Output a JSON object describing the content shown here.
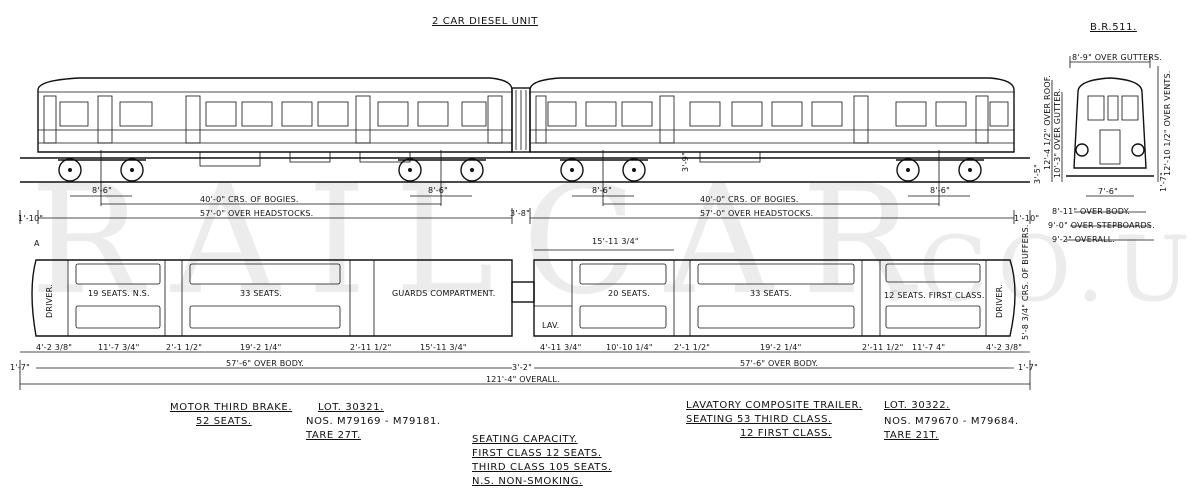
{
  "title": "2 CAR DIESEL UNIT",
  "diagram_ref": "B.R.511.",
  "watermark": {
    "main": "RAILCAR",
    "suffix": ".CO.UK"
  },
  "elevation": {
    "bogie_centres_left": "40'-0\" CRS. OF BOGIES.",
    "bogie_centres_right": "40'-0\" CRS. OF BOGIES.",
    "headstocks_left": "57'-0\" OVER HEADSTOCKS.",
    "headstocks_right": "57'-0\" OVER HEADSTOCKS.",
    "wheelbase_1": "8'-6\"",
    "wheelbase_2": "8'-6\"",
    "wheelbase_3": "8'-6\"",
    "wheelbase_4": "8'-6\"",
    "gangway_gap": "3'-8\"",
    "end_left": "1'-10\"",
    "end_right": "1'-10\"",
    "buffer_height": "3'-9\""
  },
  "end_view": {
    "over_gutters": "8'-9\" OVER GUTTERS.",
    "over_roof": "12'-4 1/2\" OVER ROOF.",
    "over_gutter": "10'-3\" OVER GUTTER.",
    "over_vents": "12'-10 1/2\" OVER VENTS.",
    "bogie_width": "7'-6\"",
    "over_body": "8'-11\" OVER BODY.",
    "over_stepboards": "9'-0\" OVER STEPBOARDS.",
    "overall": "9'-2\" OVERALL.",
    "low_dim_left": "3'-5\"",
    "low_dim_right": "1'-7\""
  },
  "plan": {
    "motor_car": {
      "driver": "DRIVER.",
      "seats_ns": "19 SEATS. N.S.",
      "seats_33": "33 SEATS.",
      "guards": "GUARDS COMPARTMENT.",
      "dims": [
        "4'-2 3/8\"",
        "11'-7 3/4\"",
        "2'-1 1/2\"",
        "19'-2 1/4\"",
        "2'-11 1/2\"",
        "15'-11 3/4\""
      ],
      "marker": "A"
    },
    "trailer_car": {
      "lav": "LAV.",
      "seats_20": "20 SEATS.",
      "seats_33": "33 SEATS.",
      "first": "12 SEATS. FIRST CLASS.",
      "driver": "DRIVER.",
      "guards_len": "15'-11 3/4\"",
      "dims": [
        "4'-11 3/4\"",
        "10'-10 1/4\"",
        "2'-1 1/2\"",
        "19'-2 1/4\"",
        "2'-11 1/2\"",
        "11'-7 4\"",
        "4'-2 3/8\""
      ]
    },
    "end_left": "1'-7\"",
    "coupling_gap": "3'-2\"",
    "body_left": "57'-6\" OVER BODY.",
    "body_right": "57'-6\" OVER BODY.",
    "overall": "121'-4\" OVERALL.",
    "end_right": "1'-7\"",
    "buffer_centres": "5'-8 3/4\" CRS. OF BUFFERS."
  },
  "motor_info": {
    "name": "MOTOR THIRD BRAKE.",
    "lot": "LOT. 30321.",
    "seats": "52 SEATS.",
    "nos": "NOS. M79169 - M79181.",
    "tare": "TARE 27T."
  },
  "trailer_info": {
    "name": "LAVATORY COMPOSITE TRAILER.",
    "lot": "LOT. 30322.",
    "seating_line": "SEATING 53 THIRD CLASS.",
    "first_line": "12 FIRST CLASS.",
    "nos": "NOS. M79670 - M79684.",
    "tare": "TARE 21T."
  },
  "capacity": {
    "heading": "SEATING CAPACITY.",
    "first": "FIRST CLASS 12 SEATS.",
    "third": "THIRD CLASS 105 SEATS.",
    "ns": "N.S. NON-SMOKING."
  }
}
